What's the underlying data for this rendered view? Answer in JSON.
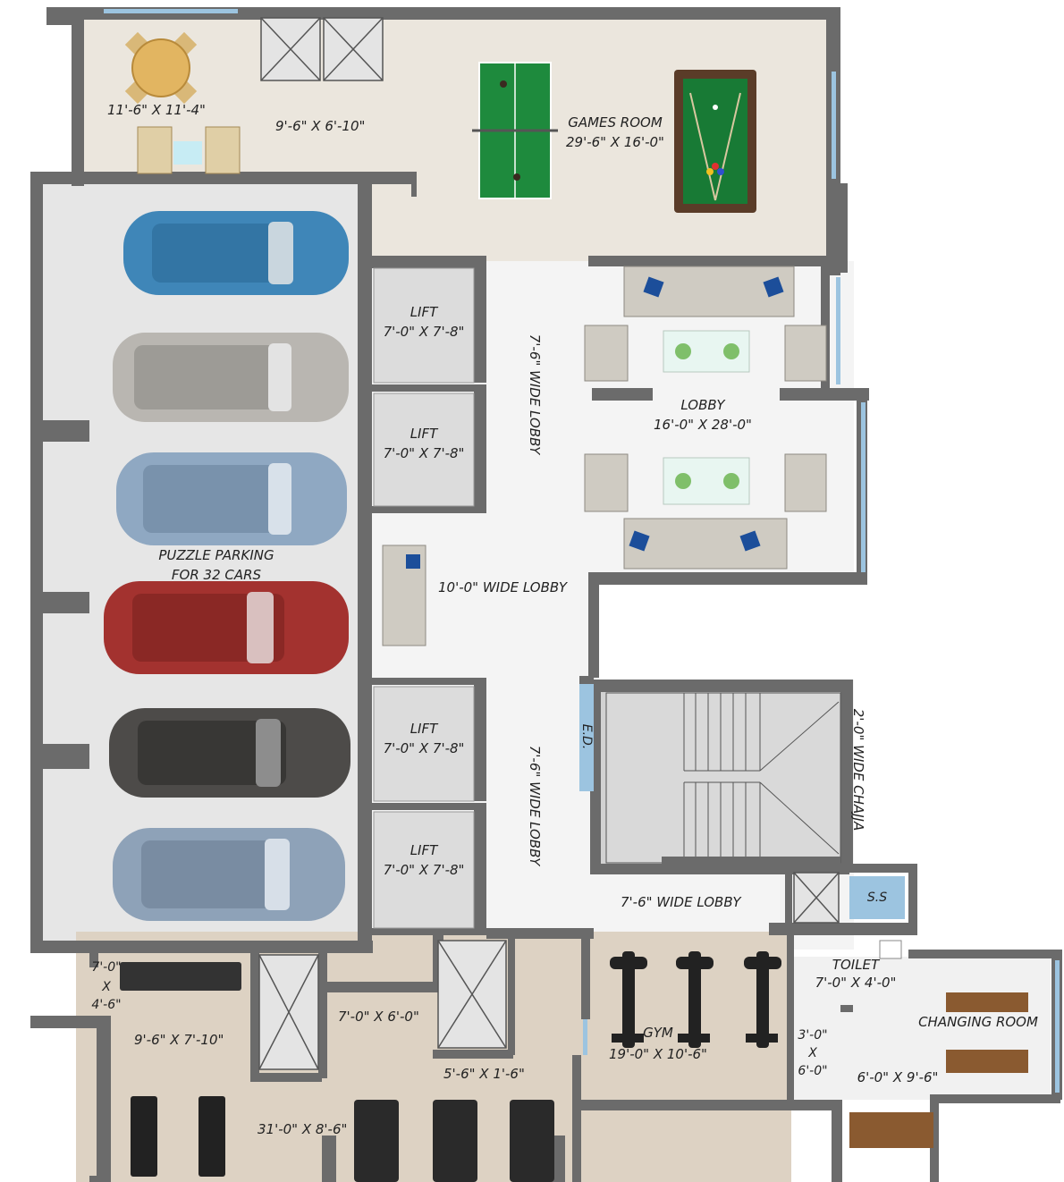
{
  "rooms": {
    "dining_size": "11'-6\" X 11'-4\"",
    "store_size": "9'-6\" X 6'-10\"",
    "games_name": "GAMES ROOM",
    "games_size": "29'-6\" X 16'-0\"",
    "lift1_name": "LIFT",
    "lift1_size": "7'-0\" X 7'-8\"",
    "lift2_name": "LIFT",
    "lift2_size": "7'-0\" X 7'-8\"",
    "lift3_name": "LIFT",
    "lift3_size": "7'-0\" X 7'-8\"",
    "lift4_name": "LIFT",
    "lift4_size": "7'-0\" X 7'-8\"",
    "lobby_upper_v": "7'-6\" WIDE LOBBY",
    "lobby_lower_v": "7'-6\" WIDE LOBBY",
    "lobby_name": "LOBBY",
    "lobby_size": "16'-0\" X 28'-0\"",
    "parking_line1": "PUZZLE PARKING",
    "parking_line2": "FOR 32 CARS",
    "lobby_10": "10'-0\" WIDE LOBBY",
    "ed": "E.D.",
    "chajja": "2'-0\" WIDE CHAJJA",
    "lobby_bottom": "7'-6\" WIDE LOBBY",
    "ss": "S.S",
    "toilet_name": "TOILET",
    "toilet_size": "7'-0\" X 4'-0\"",
    "changing_name": "CHANGING ROOM",
    "changing_size": "6'-0\" X 9'-6\"",
    "weights_l1": "7'-0\"",
    "weights_l2": "X",
    "weights_l3": "4'-6\"",
    "room_9_7": "9'-6\" X 7'-10\"",
    "room_7_6": "7'-0\" X 6'-0\"",
    "gym_name": "GYM",
    "gym_size": "19'-0\" X 10'-6\"",
    "closet_l1": "3'-0\"",
    "closet_l2": "X",
    "closet_l3": "6'-0\"",
    "duct": "5'-6\" X 1'-6\"",
    "gym_hall": "31'-0\" X 8'-6\""
  },
  "colors": {
    "wall": "#6b6b6b",
    "floor_beige": "#ebe6dd",
    "floor_gym": "#ddd2c3",
    "floor_parking": "#e6e6e6",
    "floor_lobby": "#f4f4f4",
    "glass": "#9cc4e0",
    "car_blue": "#3f86b8",
    "car_silver": "#b9b6b1",
    "car_lightblue": "#8fa8c2",
    "car_red": "#a3322f",
    "car_dark": "#4d4b49",
    "car_steel": "#8ea2b8",
    "tt_green": "#1e8a3d",
    "pool_green": "#187a35",
    "pool_rail": "#5a3c28",
    "sofa": "#cfcbc2",
    "cushion": "#1c4e9a",
    "wood": "#8a5a30"
  },
  "icons": {
    "cars": "car-icon",
    "sofa": "sofa-icon",
    "table": "dining-table-icon",
    "bike": "exercise-bike-icon",
    "treadmill": "treadmill-icon",
    "bench": "bench-press-icon"
  }
}
